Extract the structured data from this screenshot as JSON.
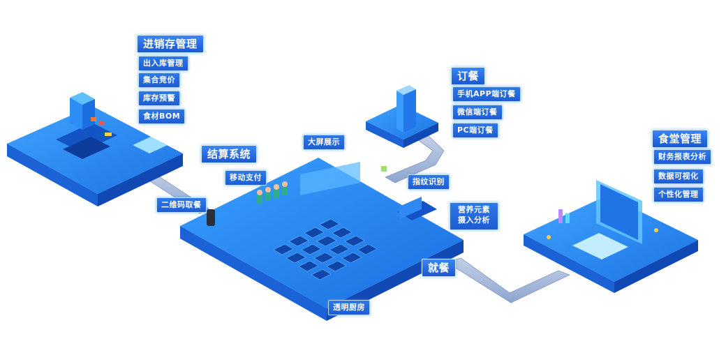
{
  "sections": {
    "inventory": {
      "title": "进销存管理",
      "items": [
        "出入库管理",
        "集合竞价",
        "库存预警",
        "食材BOM"
      ]
    },
    "ordering": {
      "title": "订餐",
      "items": [
        "手机APP端订餐",
        "微信端订餐",
        "PC端订餐"
      ]
    },
    "canteen": {
      "title": "食堂管理",
      "items": [
        "财务报表分析",
        "数据可视化",
        "个性化管理"
      ]
    },
    "settlement": {
      "title": "结算系统"
    }
  },
  "labels": {
    "big_screen": "大屏展示",
    "mobile_pay": "移动支付",
    "qr_pickup": "二维码取餐",
    "fingerprint": "指纹识别",
    "nutrition": "营养元素摄入分析",
    "dining": "就餐",
    "kitchen": "透明厨房"
  },
  "colors": {
    "platform_top": "#2a8cf0",
    "platform_side": "#1557c9",
    "path": "#9fb4d6",
    "tag_bg": "#2567dc"
  }
}
